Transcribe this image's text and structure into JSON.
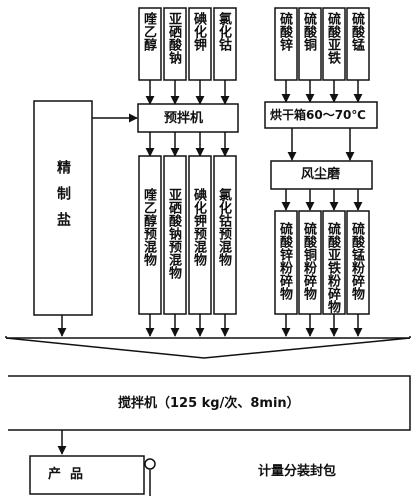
{
  "inputs_left": [
    {
      "id": "quinoline",
      "label": "喹乙醇"
    },
    {
      "id": "selenite",
      "label": "亚硒酸钠"
    },
    {
      "id": "ki",
      "label": "碘化钾"
    },
    {
      "id": "cocl",
      "label": "氯化钴"
    }
  ],
  "inputs_right": [
    {
      "id": "znso4",
      "label": "硫酸锌"
    },
    {
      "id": "cuso4",
      "label": "硫酸铜"
    },
    {
      "id": "feso4",
      "label": "硫酸亚铁"
    },
    {
      "id": "mnso4",
      "label": "硫酸锰"
    }
  ],
  "salt": {
    "label": "精制盐"
  },
  "premixer": {
    "label": "预拌机"
  },
  "oven": {
    "label": "烘干箱60～70℃"
  },
  "grinder": {
    "label": "风尘磨"
  },
  "premixes_left": [
    {
      "id": "quinoline-premix",
      "label": "喹乙醇预混物"
    },
    {
      "id": "selenite-premix",
      "label": "亚硒酸钠预混物"
    },
    {
      "id": "ki-premix",
      "label": "碘化钾预混物"
    },
    {
      "id": "cocl-premix",
      "label": "氯化钴预混物"
    }
  ],
  "powders_right": [
    {
      "id": "znso4-powder",
      "label": "硫酸锌粉碎物"
    },
    {
      "id": "cuso4-powder",
      "label": "硫酸铜粉碎物"
    },
    {
      "id": "feso4-powder",
      "label": "硫酸亚铁粉碎物"
    },
    {
      "id": "mnso4-powder",
      "label": "硫酸锰粉碎物"
    }
  ],
  "mixer": {
    "label": "搅拌机（125 kg/次、8min）"
  },
  "product": {
    "label": "产  品"
  },
  "packaging": {
    "label": "计量分装封包"
  }
}
